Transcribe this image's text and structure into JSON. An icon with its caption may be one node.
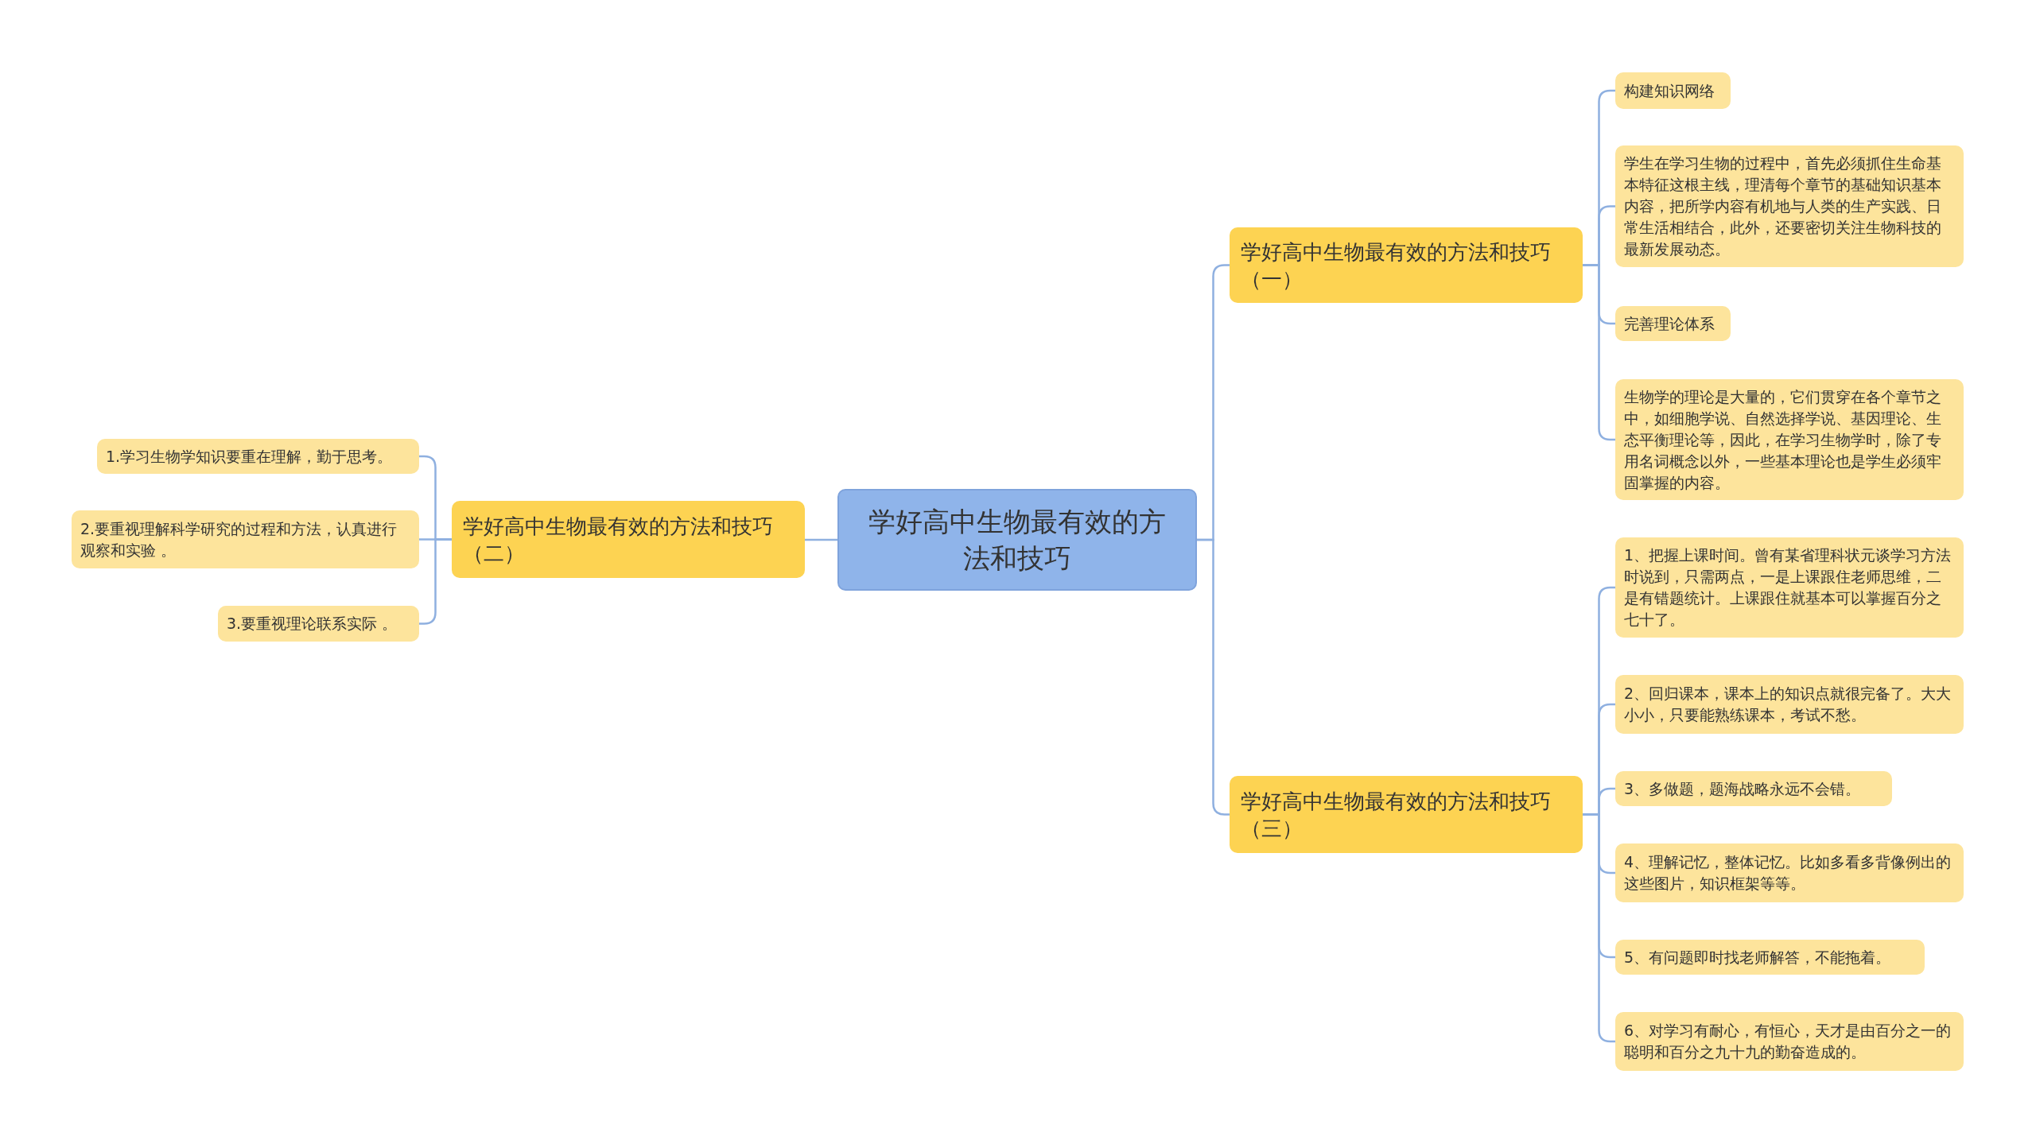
{
  "diagram": {
    "nodes": [
      {
        "text": [
          "学好高中生物最有效的方法和技巧"
        ]
      },
      {
        "text": [
          "学好高中生物最有效的方法和技巧（一）"
        ]
      },
      {
        "text": [
          "构建知识网络"
        ]
      },
      {
        "text": [
          "学生在学习生物的过程中，首先必须抓住生命基本特征这根主线，理清每个章节的基础知识基本内容，把所学内容有机地与人类的生产实践、日常生活相结合，此外，还要密切关注生物科技的最新发展动态。"
        ]
      },
      {
        "text": [
          "完善理论体系"
        ]
      },
      {
        "text": [
          "生物学的理论是大量的，它们贯穿在各个章节之中，如细胞学说、自然选择学说、基因理论、生态平衡理论等，因此，在学习生物学时，除了专用名词概念以外，一些基本理论也是学生必须牢固掌握的内容。"
        ]
      },
      {
        "text": [
          "学好高中生物最有效的方法和技巧（三）"
        ]
      },
      {
        "text": [
          "1、把握上课时间。曾有某省理科状元谈学习方法时说到，只需两点，一是上课跟住老师思维，二是有错题统计。上课跟住就基本可以掌握百分之七十了。"
        ]
      },
      {
        "text": [
          "2、回归课本，课本上的知识点就很完备了。大大小小，只要能熟练课本，考试不愁。"
        ]
      },
      {
        "text": [
          "3、多做题，题海战略永远不会错。"
        ]
      },
      {
        "text": [
          "4、理解记忆，整体记忆。比如多看多背像例出的这些图片，知识框架等等。"
        ]
      },
      {
        "text": [
          "5、有问题即时找老师解答，不能拖着。"
        ]
      },
      {
        "text": [
          "6、对学习有耐心，有恒心，天才是由百分之一的聪明和百分之九十九的勤奋造成的。"
        ]
      },
      {
        "text": [
          "学好高中生物最有效的方法和技巧（二）"
        ]
      },
      {
        "text": [
          "1.学习生物学知识要重在理解，勤于思考。"
        ]
      },
      {
        "text": [
          "2.要重视理解科学研究的过程和方法，认真进行观察和实验 。"
        ]
      },
      {
        "text": [
          "3.要重视理论联系实际 。"
        ]
      }
    ],
    "edges": [
      {
        "from": 0,
        "to": 1,
        "arrow": "none"
      },
      {
        "from": 1,
        "to": 2,
        "arrow": "none"
      },
      {
        "from": 1,
        "to": 3,
        "arrow": "none"
      },
      {
        "from": 1,
        "to": 4,
        "arrow": "none"
      },
      {
        "from": 1,
        "to": 5,
        "arrow": "none"
      },
      {
        "from": 0,
        "to": 6,
        "arrow": "none"
      },
      {
        "from": 6,
        "to": 7,
        "arrow": "none"
      },
      {
        "from": 6,
        "to": 8,
        "arrow": "none"
      },
      {
        "from": 6,
        "to": 9,
        "arrow": "none"
      },
      {
        "from": 6,
        "to": 10,
        "arrow": "none"
      },
      {
        "from": 6,
        "to": 11,
        "arrow": "none"
      },
      {
        "from": 6,
        "to": 12,
        "arrow": "none"
      },
      {
        "from": 0,
        "to": 13,
        "arrow": "none"
      },
      {
        "from": 13,
        "to": 14,
        "arrow": "none"
      },
      {
        "from": 13,
        "to": 15,
        "arrow": "none"
      },
      {
        "from": 13,
        "to": 16,
        "arrow": "none"
      }
    ]
  }
}
